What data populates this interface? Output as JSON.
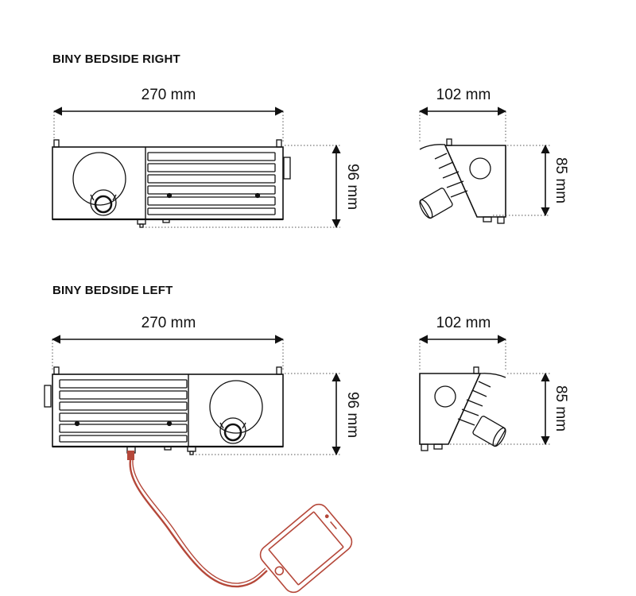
{
  "sections": {
    "right": {
      "title": "BINY BEDSIDE RIGHT",
      "width_label": "270 mm",
      "height_label": "96 mm",
      "depth_label": "102 mm",
      "side_height_label": "85 mm"
    },
    "left": {
      "title": "BINY BEDSIDE LEFT",
      "width_label": "270 mm",
      "height_label": "96 mm",
      "depth_label": "102 mm",
      "side_height_label": "85 mm"
    }
  },
  "colors": {
    "line": "#111111",
    "cable": "#b5483a",
    "guide": "#555555"
  },
  "icons": [
    "lamp-head-icon",
    "louvre-grille-icon",
    "usb-cable-icon",
    "smartphone-icon"
  ]
}
